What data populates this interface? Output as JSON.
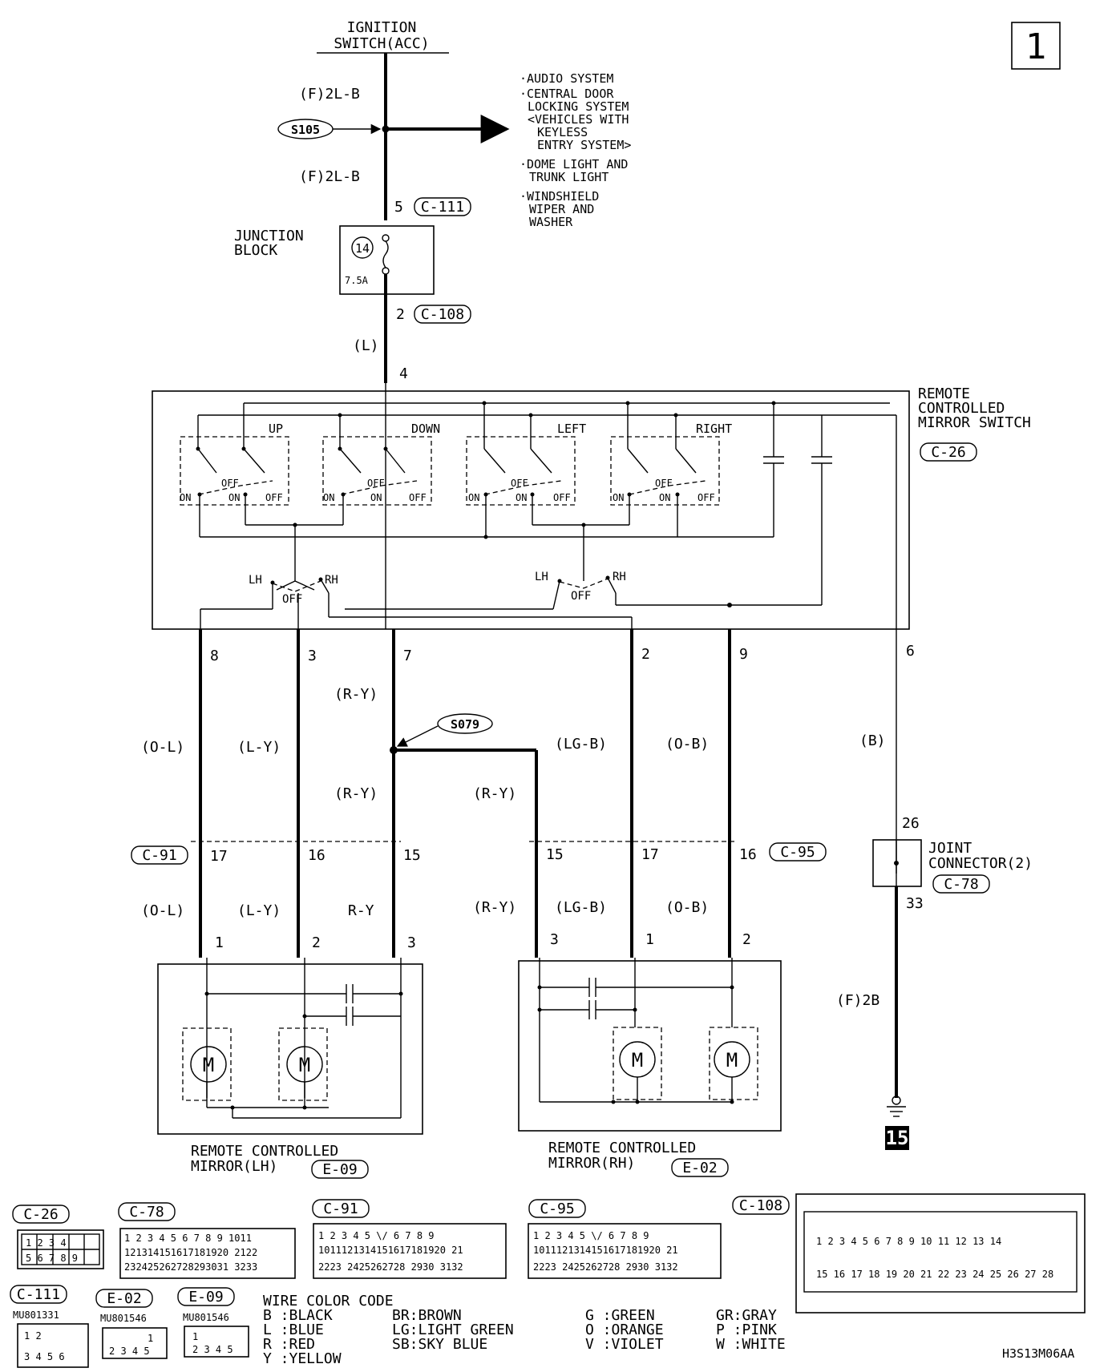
{
  "page_number": "1",
  "ignition_switch": [
    "IGNITION",
    "SWITCH(ACC)"
  ],
  "wire_f_2lb": "(F)2L-B",
  "splice_s105": "S105",
  "splice_s079": "S079",
  "branch_list": [
    "·AUDIO SYSTEM",
    "·CENTRAL DOOR",
    "LOCKING SYSTEM",
    "<VEHICLES WITH",
    "KEYLESS",
    "ENTRY SYSTEM>",
    "·DOME LIGHT AND",
    "TRUNK LIGHT",
    "·WINDSHIELD",
    "WIPER AND",
    "WASHER"
  ],
  "junction_block": [
    "JUNCTION",
    "BLOCK"
  ],
  "fuse_number": "14",
  "fuse_rating": "7.5A",
  "pin_5": "5",
  "conn_c111": "C-111",
  "pin_2": "2",
  "conn_c108": "C-108",
  "wire_l": "(L)",
  "pin_4": "4",
  "switch_title": [
    "REMOTE",
    "CONTROLLED",
    "MIRROR SWITCH"
  ],
  "conn_c26": "C-26",
  "dir_labels": [
    "UP",
    "DOWN",
    "LEFT",
    "RIGHT"
  ],
  "on": "ON",
  "off": "OFF",
  "lh": "LH",
  "rh": "RH",
  "out_pins": [
    "8",
    "3",
    "7",
    "2",
    "9",
    "6"
  ],
  "wires_top": [
    "(O-L)",
    "(L-Y)",
    "(R-Y)",
    "(R-Y)",
    "(R-Y)",
    "(LG-B)",
    "(O-B)",
    "(B)"
  ],
  "conn_c91": "C-91",
  "conn_c95": "C-95",
  "c91_pins": [
    "17",
    "16",
    "15"
  ],
  "c95_pins": [
    "15",
    "17",
    "16"
  ],
  "wires_bottom": [
    "(O-L)",
    "(L-Y)",
    "R-Y",
    "(R-Y)",
    "(LG-B)",
    "(O-B)"
  ],
  "mirror_pins_lh": [
    "1",
    "2",
    "3"
  ],
  "mirror_pins_rh": [
    "3",
    "1",
    "2"
  ],
  "joint_connector": [
    "JOINT",
    "CONNECTOR(2)"
  ],
  "conn_c78": "C-78",
  "pin_26": "26",
  "pin_33": "33",
  "wire_f_2b": "(F)2B",
  "ground_number": "15",
  "motor": "M",
  "mirror_lh": [
    "REMOTE CONTROLLED",
    "MIRROR(LH)"
  ],
  "mirror_rh": [
    "REMOTE CONTROLLED",
    "MIRROR(RH)"
  ],
  "conn_e09": "E-09",
  "conn_e02": "E-02",
  "part_c111": "MU801331",
  "part_e02": "MU801546",
  "part_e09": "MU801546",
  "wire_color_title": "WIRE COLOR CODE",
  "wire_colors": [
    "B :BLACK",
    "L :BLUE",
    "R :RED",
    "Y :YELLOW",
    "BR:BROWN",
    "LG:LIGHT GREEN",
    "SB:SKY BLUE",
    "G :GREEN",
    "O :ORANGE",
    "V :VIOLET",
    "GR:GRAY",
    "P :PINK",
    "W :WHITE"
  ],
  "diagram_code": "H3S13M06AA"
}
